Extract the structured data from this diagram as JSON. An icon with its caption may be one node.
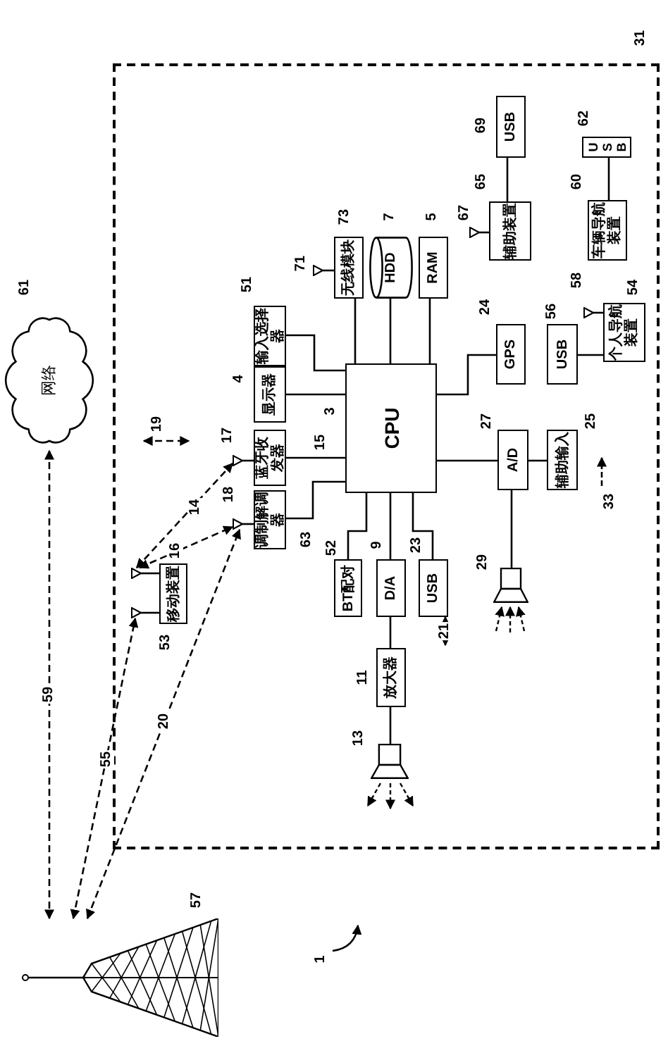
{
  "diagram": {
    "nodes": [
      {
        "text": [],
        "shape": "box",
        "beside": [
          "31"
        ]
      },
      {
        "text": [
          "网络"
        ],
        "beside": [
          "61"
        ]
      },
      {
        "text": [],
        "shape": "tower",
        "beside": [
          "57"
        ]
      },
      {
        "text": [
          "移动装置"
        ],
        "in": 0,
        "beside": [
          "53"
        ]
      },
      {
        "text": [],
        "shape": "antenna",
        "in": 0
      },
      {
        "text": [],
        "shape": "antenna",
        "in": 0
      },
      {
        "text": [
          "输入选择器"
        ],
        "in": 0,
        "beside": [
          "51"
        ]
      },
      {
        "text": [
          "显示器"
        ],
        "in": 0,
        "beside": [
          "4"
        ]
      },
      {
        "text": [
          "蓝牙收发器"
        ],
        "in": 0,
        "beside": [
          "15"
        ]
      },
      {
        "text": [],
        "shape": "antenna",
        "in": 0,
        "beside": [
          "17"
        ]
      },
      {
        "text": [
          "调制解调器"
        ],
        "in": 0,
        "beside": [
          "63"
        ]
      },
      {
        "text": [],
        "shape": "antenna",
        "in": 0,
        "beside": [
          "18"
        ]
      },
      {
        "text": [
          "CPU"
        ],
        "in": 0,
        "beside": [
          "3"
        ]
      },
      {
        "text": [],
        "shape": "antenna",
        "in": 0,
        "beside": [
          "71"
        ]
      },
      {
        "text": [
          "无线模块"
        ],
        "in": 0,
        "beside": [
          "73"
        ]
      },
      {
        "text": [
          "HDD"
        ],
        "in": 0,
        "beside": [
          "7"
        ]
      },
      {
        "text": [
          "RAM"
        ],
        "in": 0,
        "beside": [
          "5"
        ]
      },
      {
        "text": [
          "GPS"
        ],
        "in": 0,
        "beside": [
          "24"
        ]
      },
      {
        "text": [
          "USB"
        ],
        "in": 0,
        "beside": [
          "56"
        ]
      },
      {
        "text": [],
        "shape": "antenna",
        "in": 0,
        "beside": [
          "58"
        ]
      },
      {
        "text": [
          "个人导航装置"
        ],
        "in": 0,
        "beside": [
          "54"
        ]
      },
      {
        "text": [],
        "shape": "antenna",
        "in": 0,
        "beside": [
          "67"
        ]
      },
      {
        "text": [
          "辅助装置"
        ],
        "in": 0,
        "beside": [
          "65"
        ]
      },
      {
        "text": [
          "USB"
        ],
        "in": 0,
        "beside": [
          "69"
        ]
      },
      {
        "text": [
          "车辆导航装置"
        ],
        "in": 0,
        "beside": [
          "60"
        ]
      },
      {
        "text": [
          "USB"
        ],
        "in": 0,
        "beside": [
          "62"
        ]
      },
      {
        "text": [
          "A/D"
        ],
        "in": 0,
        "beside": [
          "27"
        ]
      },
      {
        "text": [
          "辅助输入"
        ],
        "in": 0,
        "beside": [
          "25"
        ]
      },
      {
        "text": [
          "BT配对"
        ],
        "in": 0,
        "beside": [
          "52"
        ]
      },
      {
        "text": [
          "D/A"
        ],
        "in": 0,
        "beside": [
          "9"
        ]
      },
      {
        "text": [
          "USB"
        ],
        "in": 0,
        "beside": [
          "23"
        ]
      },
      {
        "text": [
          "放大器"
        ],
        "in": 0,
        "beside": [
          "11"
        ]
      },
      {
        "text": [],
        "shape": "speaker",
        "in": 0,
        "beside": [
          "13"
        ]
      },
      {
        "text": [],
        "shape": "speaker",
        "in": 0,
        "beside": [
          "29"
        ]
      }
    ],
    "edges": [
      {
        "from": 1,
        "to": 2,
        "arrow": "both",
        "style": "dashed",
        "label": "59"
      },
      {
        "from": 2,
        "to": 5,
        "arrow": "both",
        "style": "dashed",
        "label": "55"
      },
      {
        "from": 2,
        "to": 11,
        "arrow": "both",
        "style": "dashed",
        "label": "20"
      },
      {
        "from": 4,
        "to": 9,
        "arrow": "both",
        "style": "dashed",
        "label": "14"
      },
      {
        "from": 4,
        "to": 11,
        "arrow": "both",
        "style": "dashed",
        "label": "16"
      },
      {
        "from": 30,
        "to": null,
        "arrow": "both",
        "style": "dashed",
        "label": "21"
      },
      {
        "from": 6,
        "to": 12,
        "arrow": "none"
      },
      {
        "from": 7,
        "to": 12,
        "arrow": "none"
      },
      {
        "from": 9,
        "to": 8,
        "arrow": "none"
      },
      {
        "from": 8,
        "to": 12,
        "arrow": "none"
      },
      {
        "from": 11,
        "to": 10,
        "arrow": "none"
      },
      {
        "from": 10,
        "to": 12,
        "arrow": "none"
      },
      {
        "from": 13,
        "to": 14,
        "arrow": "none"
      },
      {
        "from": 14,
        "to": 12,
        "arrow": "none"
      },
      {
        "from": 15,
        "to": 12,
        "arrow": "none"
      },
      {
        "from": 16,
        "to": 12,
        "arrow": "none"
      },
      {
        "from": 12,
        "to": 17,
        "arrow": "none"
      },
      {
        "from": 18,
        "to": 20,
        "arrow": "none"
      },
      {
        "from": 19,
        "to": 20,
        "arrow": "none"
      },
      {
        "from": 21,
        "to": 22,
        "arrow": "none"
      },
      {
        "from": 22,
        "to": 23,
        "arrow": "none"
      },
      {
        "from": 24,
        "to": 25,
        "arrow": "none"
      },
      {
        "from": 12,
        "to": 26,
        "arrow": "none"
      },
      {
        "from": 26,
        "to": 27,
        "arrow": "none"
      },
      {
        "from": 26,
        "to": 33,
        "arrow": "none"
      },
      {
        "from": 12,
        "to": 28,
        "arrow": "none"
      },
      {
        "from": 12,
        "to": 29,
        "arrow": "none"
      },
      {
        "from": 12,
        "to": 30,
        "arrow": "none"
      },
      {
        "from": 29,
        "to": 31,
        "arrow": "none"
      },
      {
        "from": 31,
        "to": 32,
        "arrow": "none"
      },
      {
        "from": 5,
        "to": 3,
        "arrow": "none"
      },
      {
        "from": 4,
        "to": 3,
        "arrow": "none"
      }
    ],
    "labels": [
      "19",
      "33",
      "1"
    ]
  }
}
